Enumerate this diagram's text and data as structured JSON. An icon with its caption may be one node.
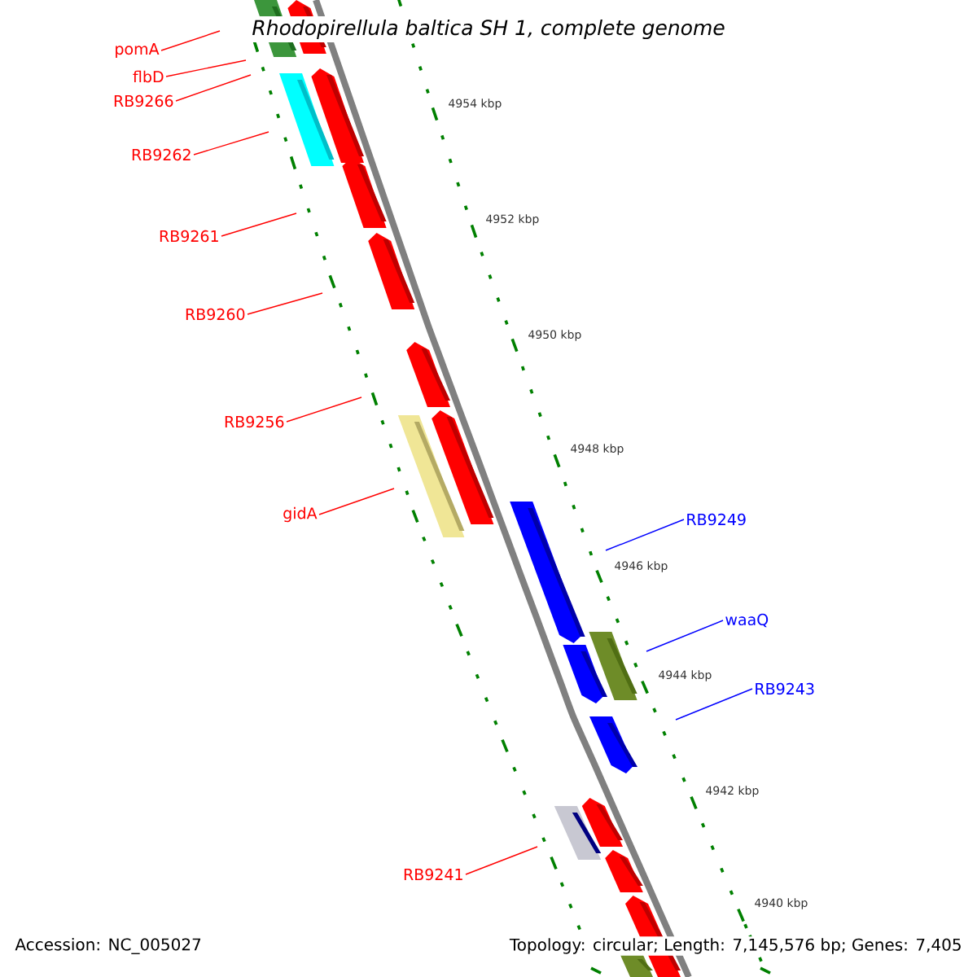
{
  "diagram": {
    "title": "*Rhodopirellula baltica SH 1, complete genome*",
    "nodes": [
      {
        "text": [
          "pomA"
        ]
      },
      {
        "text": [
          "flbD"
        ]
      },
      {
        "text": [
          "RB9266"
        ]
      },
      {
        "text": [
          "RB9262"
        ]
      },
      {
        "text": [
          "RB9261"
        ]
      },
      {
        "text": [
          "RB9260"
        ]
      },
      {
        "text": [
          "RB9256"
        ]
      },
      {
        "text": [
          "gidA"
        ]
      },
      {
        "text": [
          "RB9249"
        ]
      },
      {
        "text": [
          "waaQ"
        ]
      },
      {
        "text": [
          "RB9243"
        ]
      },
      {
        "text": [
          "RB9241"
        ]
      }
    ],
    "edges": [
      {
        "from": 0,
        "to": null,
        "arrow": "none"
      },
      {
        "from": 1,
        "to": null,
        "arrow": "none"
      },
      {
        "from": 2,
        "to": null,
        "arrow": "none"
      },
      {
        "from": 3,
        "to": null,
        "arrow": "none"
      },
      {
        "from": 4,
        "to": null,
        "arrow": "none"
      },
      {
        "from": 5,
        "to": null,
        "arrow": "none"
      },
      {
        "from": 6,
        "to": null,
        "arrow": "none"
      },
      {
        "from": 7,
        "to": null,
        "arrow": "none"
      },
      {
        "from": 8,
        "to": null,
        "arrow": "none",
        "color": "#0000ff"
      },
      {
        "from": 9,
        "to": null,
        "arrow": "none",
        "color": "#0000ff"
      },
      {
        "from": 10,
        "to": null,
        "arrow": "none",
        "color": "#0000ff"
      },
      {
        "from": 11,
        "to": null,
        "arrow": "none"
      }
    ],
    "labels": [
      "4954 kbp",
      "4952 kbp",
      "4950 kbp",
      "4948 kbp",
      "4946 kbp",
      "4944 kbp",
      "4942 kbp",
      "4940 kbp",
      "Accession: NC_005027",
      "Topology: circular; Length: 7,145,576 bp; Genes: 7,405"
    ]
  }
}
